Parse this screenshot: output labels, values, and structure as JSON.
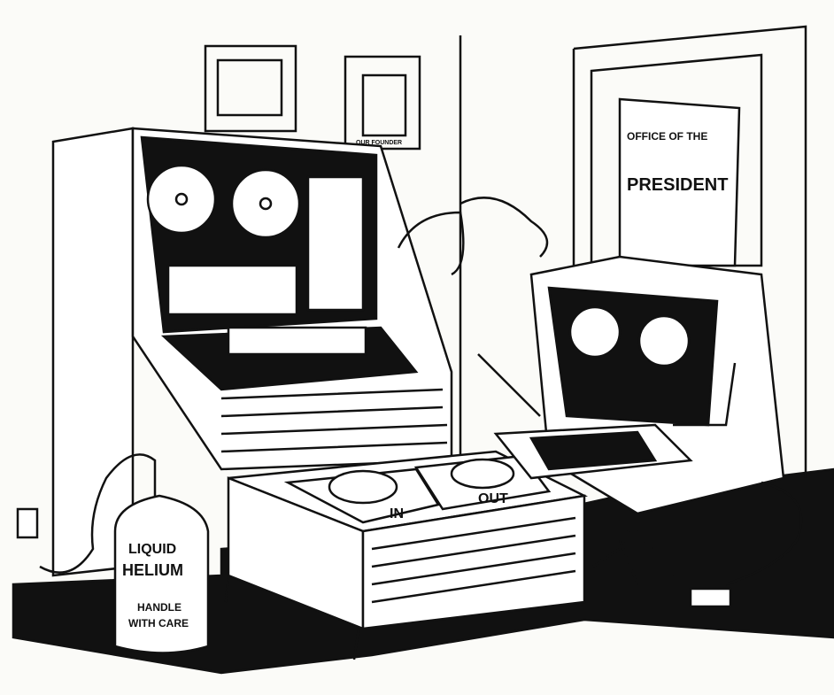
{
  "door_sign": {
    "line1": "OFFICE OF THE",
    "line2": "PRESIDENT"
  },
  "portrait_caption": "OUR FOUNDER",
  "tray_labels": {
    "in": "IN",
    "out": "OUT"
  },
  "tank": {
    "line1": "LIQUID",
    "line2": "HELIUM",
    "line3": "HANDLE",
    "line4": "WITH CARE"
  },
  "colors": {
    "ink": "#111111",
    "paper": "#fbfbf8"
  }
}
